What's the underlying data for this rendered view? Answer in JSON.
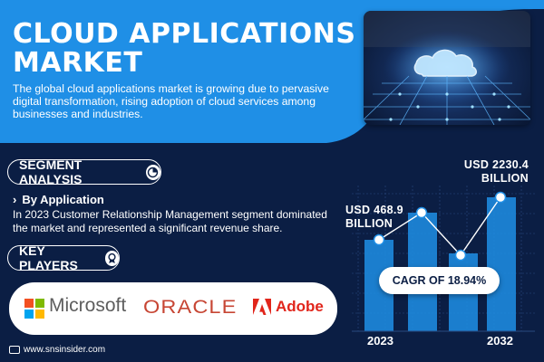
{
  "header": {
    "title": "CLOUD APPLICATIONS MARKET",
    "subtitle": "The global cloud applications market is growing due to pervasive digital transformation, rising adoption of cloud services among businesses and industries."
  },
  "segment": {
    "heading": "SEGMENT ANALYSIS",
    "subheading": "By Application",
    "text": "In 2023 Customer Relationship Management segment dominated the market and represented a significant revenue share."
  },
  "key_players": {
    "heading": "KEY PLAYERS",
    "logos": [
      "Microsoft",
      "ORACLE",
      "Adobe"
    ]
  },
  "footer": {
    "website": "www.snsinsider.com"
  },
  "icons": {
    "segment": "pie-chart-icon",
    "key_players": "award-icon",
    "photo": "cloud-network-image",
    "chevron": "chevron-right-icon"
  },
  "colors": {
    "background": "#0b1e44",
    "header": "#1f8fe6",
    "accent": "#1f8fe6",
    "line": "#ffffff"
  },
  "chart_data": {
    "type": "line",
    "x": [
      "2023",
      "",
      "",
      "",
      "",
      "2032"
    ],
    "values": [
      {
        "x": "2023",
        "label": "USD 468.9 BILLION"
      },
      {
        "x": "2032",
        "label": "USD 2230.4 BILLION"
      }
    ],
    "start_label_line1": "USD 468.9",
    "start_label_line2": "BILLION",
    "end_label_line1": "USD 2230.4",
    "end_label_line2": "BILLION",
    "start_year": "2023",
    "end_year": "2032",
    "cagr_label": "CAGR OF 18.94%",
    "start_value": 468.9,
    "end_value": 2230.4,
    "unit": "USD Billion"
  }
}
